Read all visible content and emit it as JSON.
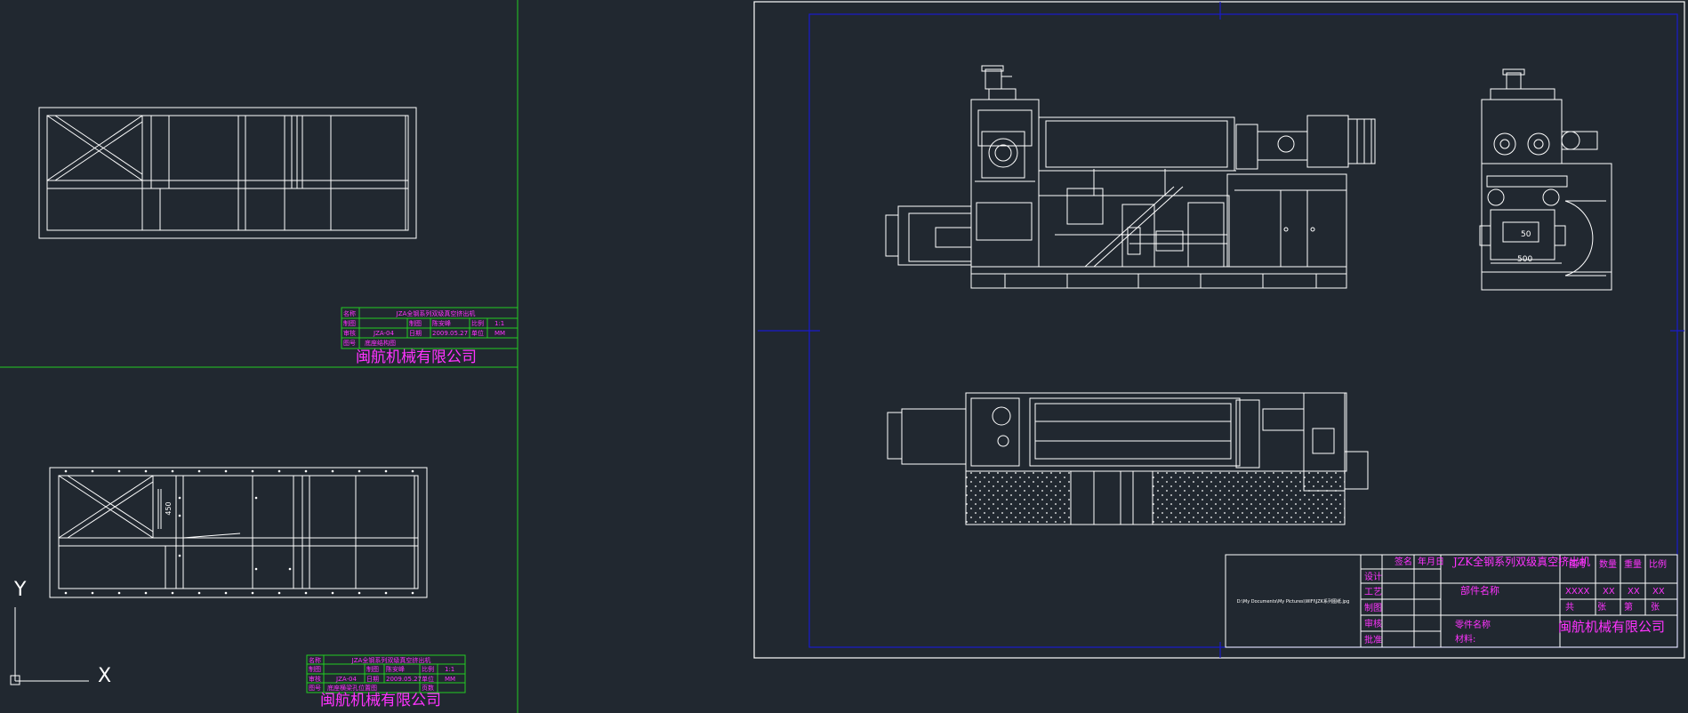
{
  "colors": {
    "background": "#212830",
    "frame": "#22cc22",
    "geometry": "#ffffff",
    "text": "#ff33ff",
    "border": "#1a1acc"
  },
  "ucs": {
    "y_label": "Y",
    "x_label": "X"
  },
  "sheet_top": {
    "title": "JZA全钢系列双级真空挤出机",
    "row1": [
      "制图",
      "",
      "制图",
      "陈安峰",
      "比例",
      "1:1"
    ],
    "row2": [
      "审核",
      "JZA-04",
      "日期",
      "2009.05.27",
      "单位",
      "MM"
    ],
    "row3": [
      "图号",
      "底座结构图",
      "",
      "",
      "",
      ""
    ],
    "company": "闽航机械有限公司"
  },
  "sheet_bottom": {
    "title": "JZA全钢系列双级真空挤出机",
    "row1": [
      "制图",
      "",
      "制图",
      "陈安峰",
      "比例",
      "1:1"
    ],
    "row2": [
      "审核",
      "JZA-04",
      "日期",
      "2009.05.27",
      "单位",
      "MM"
    ],
    "row3": [
      "图号",
      "底座横梁孔位置图",
      "",
      "",
      "页数",
      ""
    ],
    "company": "闽航机械有限公司",
    "dim_label": "450"
  },
  "main_drawing": {
    "dims": {
      "d1": "50",
      "d2": "500"
    },
    "image_path": "D:\\My Documents\\My Pictures\\WIFI\\JZK系列图纸.jpg",
    "title_block": {
      "left_headers": [
        "签名",
        "年月日"
      ],
      "left_rows": [
        "设计",
        "工艺",
        "制图",
        "审核",
        "批准"
      ],
      "title": "JZK全钢系列双级真空挤出机",
      "part_label": "部件名称",
      "part_name_label": "零件名称",
      "material_label": "材料:",
      "col_headers": [
        "图号",
        "数量",
        "重量",
        "比例"
      ],
      "values": [
        "XXXX",
        "XX",
        "XX",
        "XX"
      ],
      "sheet_labels": [
        "共",
        "张",
        "第",
        "张"
      ],
      "company": "闽航机械有限公司"
    }
  }
}
